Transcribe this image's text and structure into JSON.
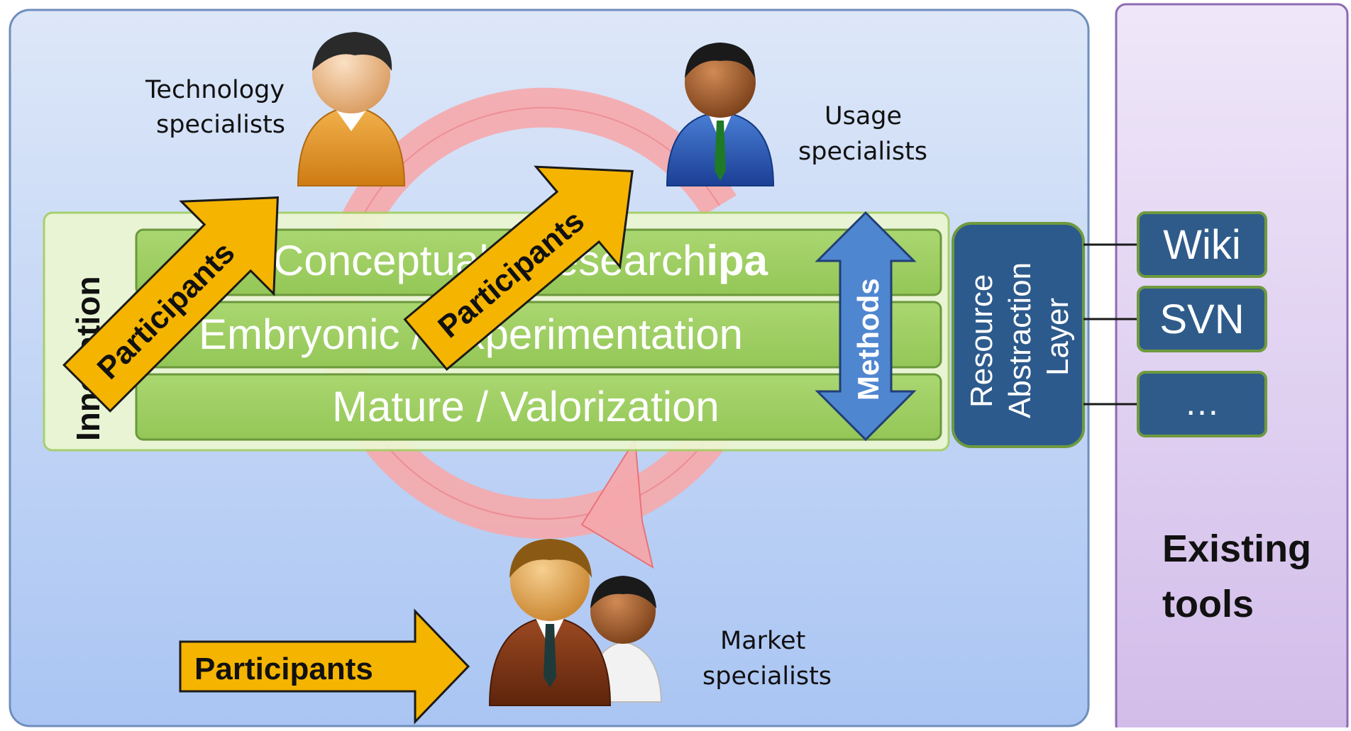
{
  "colors": {
    "main_bg_top": "#dce6f7",
    "main_bg_bottom": "#a9c4f2",
    "main_border": "#6f8fbd",
    "tools_bg_top": "#efe6f8",
    "tools_bg_bottom": "#d3bde9",
    "tools_border": "#8d6ab3",
    "green_panel": "#ecf7d2",
    "green_panel_border": "#a5cf63",
    "stage_bar": "#96cc55",
    "stage_bar_border": "#5e8f2c",
    "arrow_yellow": "#f5b400",
    "cycle_pink": "#f6a8ab",
    "methods_blue": "#4f86d0",
    "ral_blue": "#2c5a8c",
    "ral_border": "#6f9a3e",
    "tool_box": "#2f5b8a"
  },
  "people": {
    "technology": {
      "label_line1": "Technology",
      "label_line2": "specialists",
      "icon": "person-orange-icon"
    },
    "usage": {
      "label_line1": "Usage",
      "label_line2": "specialists",
      "icon": "person-businessman-icon"
    },
    "market": {
      "label_line1": "Market",
      "label_line2": "specialists",
      "icon": "people-group-icon"
    }
  },
  "innovation": {
    "vertical_label": "Innovation",
    "stages": [
      {
        "label": "Conceptual / Research",
        "label_part1": "Conceptual / Research",
        "label_bold_suffix": "ipa"
      },
      {
        "label": "Embryonic / Experimentation"
      },
      {
        "label": "Mature / Valorization"
      }
    ]
  },
  "arrows": {
    "participants_1": "Participants",
    "participants_2": "Participants",
    "participants_3": "Participants",
    "methods": "Methods"
  },
  "resource_layer": {
    "line1": "Resource",
    "line2": "Abstraction",
    "line3": "Layer"
  },
  "tools": {
    "items": [
      "Wiki",
      "SVN",
      "…"
    ],
    "title_line1": "Existing",
    "title_line2": "tools"
  }
}
